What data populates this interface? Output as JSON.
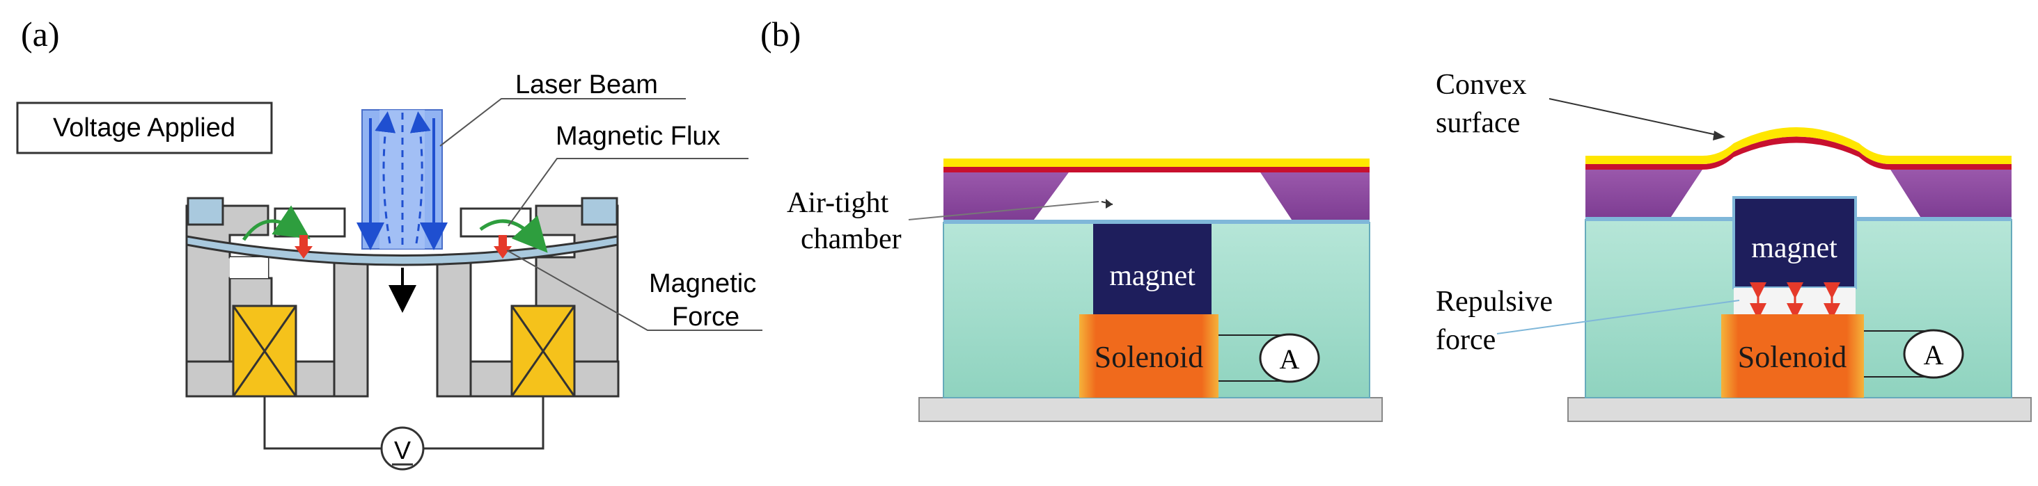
{
  "panel_a": {
    "label": "(a)",
    "status_box": "Voltage Applied",
    "laser_beam": "Laser Beam",
    "magnetic_flux": "Magnetic Flux",
    "magnetic_force_line1": "Magnetic",
    "magnetic_force_line2": "Force",
    "voltmeter": "V"
  },
  "panel_b": {
    "label": "(b)",
    "left": {
      "chamber_line1": "Air-tight",
      "chamber_line2": "chamber",
      "magnet": "magnet",
      "solenoid": "Solenoid",
      "ammeter": "A"
    },
    "right": {
      "convex_line1": "Convex",
      "convex_line2": "surface",
      "repulsive_line1": "Repulsive",
      "repulsive_line2": "force",
      "magnet": "magnet",
      "solenoid": "Solenoid",
      "ammeter": "A"
    }
  },
  "colors": {
    "frame_gray": "#c9c9c9",
    "coil_yellow": "#f5c21b",
    "cap_blue": "#a9c9de",
    "beam_blue": "#4a86e8",
    "flux_green": "#2e9e3e",
    "force_red": "#e53a2a",
    "substrate_teal": "#9fdccb",
    "membrane_purple": "#8e4aa0",
    "mirror_yellow": "#ffe600",
    "mirror_red": "#c8102e",
    "magnet_navy": "#1e1e5c",
    "solenoid_orange": "#f07020",
    "base_gray": "#dcdcdc"
  }
}
